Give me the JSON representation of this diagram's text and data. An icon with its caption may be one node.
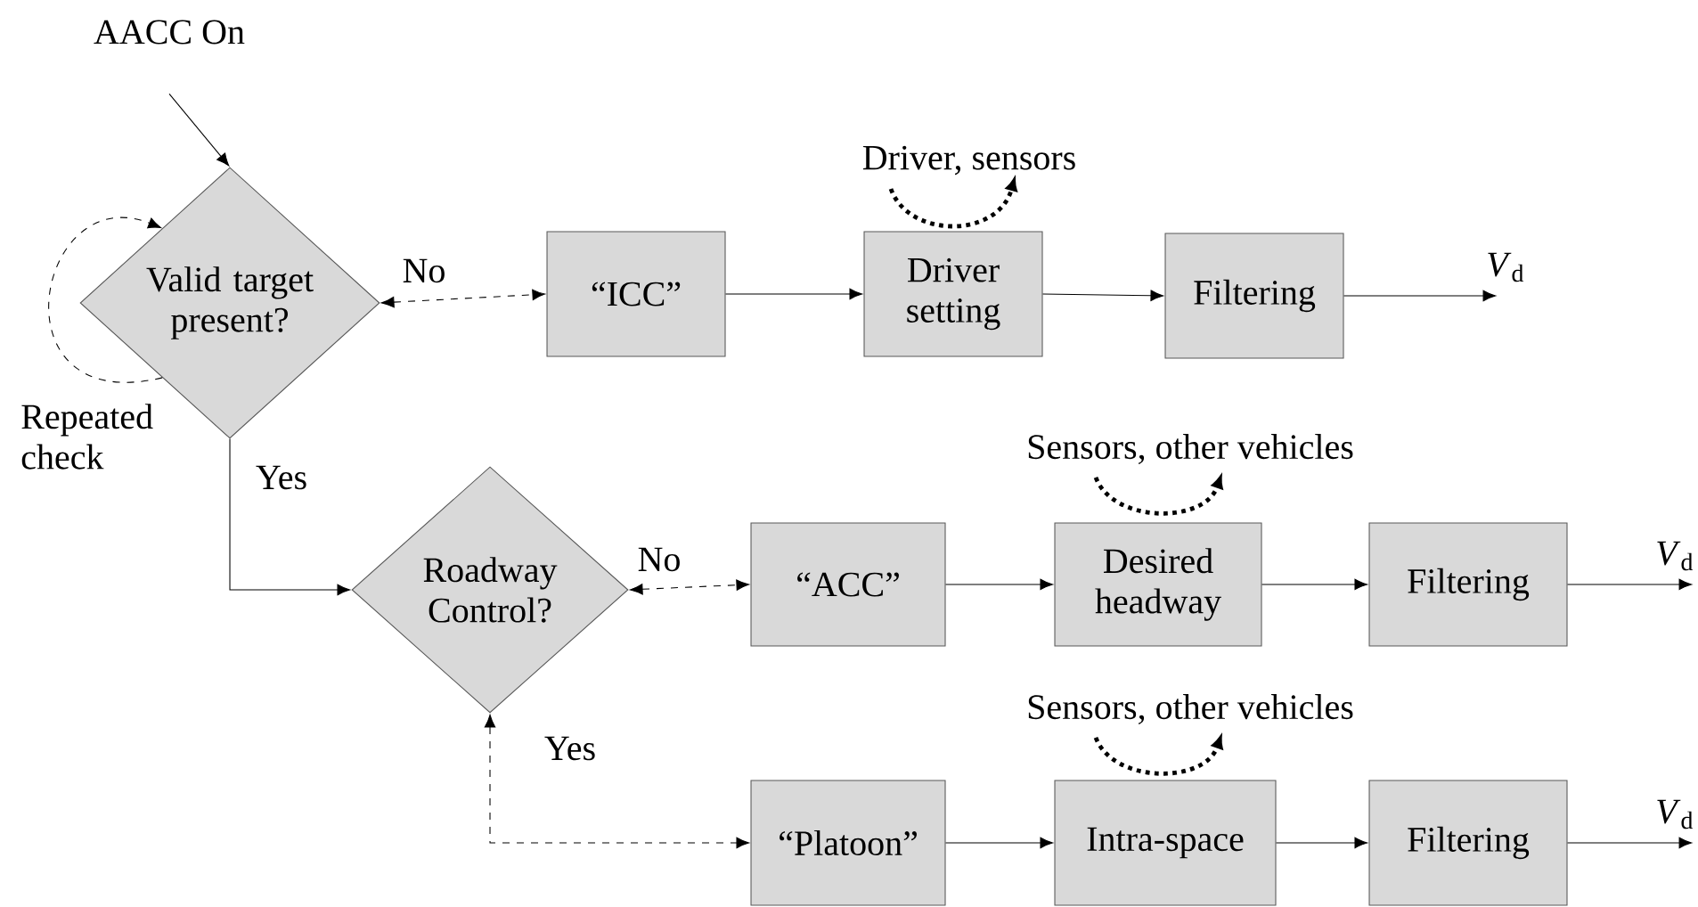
{
  "diagram": {
    "nodes": [
      {
        "text": [
          "AACC On"
        ]
      },
      {
        "text": [
          "Valid target present?"
        ]
      },
      {
        "text": [
          "“ICC”"
        ]
      },
      {
        "text": [
          "Driver setting"
        ],
        "beside": [
          "Driver, sensors"
        ]
      },
      {
        "text": [
          "Filtering"
        ]
      },
      {
        "text": [
          "Roadway Control?"
        ]
      },
      {
        "text": [
          "“ACC”"
        ]
      },
      {
        "text": [
          "Desired headway"
        ],
        "beside": [
          "Sensors, other vehicles"
        ]
      },
      {
        "text": [
          "Filtering"
        ]
      },
      {
        "text": [
          "“Platoon”"
        ]
      },
      {
        "text": [
          "Intra-space"
        ],
        "beside": [
          "Sensors, other vehicles"
        ]
      },
      {
        "text": [
          "Filtering"
        ]
      }
    ],
    "edges": [
      {
        "from": 0,
        "to": 1,
        "arrow": "to"
      },
      {
        "from": 1,
        "to": 1,
        "arrow": "to",
        "style": "dashed",
        "label": "Repeated check"
      },
      {
        "from": 1,
        "to": 2,
        "arrow": "both",
        "style": "dashed",
        "label": "No"
      },
      {
        "from": 2,
        "to": 3,
        "arrow": "to"
      },
      {
        "from": 3,
        "to": 4,
        "arrow": "to"
      },
      {
        "from": 4,
        "to": null,
        "arrow": "to",
        "label": "*V*$_{d}$"
      },
      {
        "from": 1,
        "to": 5,
        "arrow": "to",
        "label": "Yes"
      },
      {
        "from": 5,
        "to": 6,
        "arrow": "both",
        "style": "dashed",
        "label": "No"
      },
      {
        "from": 6,
        "to": 7,
        "arrow": "to"
      },
      {
        "from": 7,
        "to": 8,
        "arrow": "to"
      },
      {
        "from": 8,
        "to": null,
        "arrow": "to",
        "label": "*V*$_{d}$"
      },
      {
        "from": 5,
        "to": 9,
        "arrow": "both",
        "style": "dashed",
        "label": "Yes"
      },
      {
        "from": 9,
        "to": 10,
        "arrow": "to"
      },
      {
        "from": 10,
        "to": 11,
        "arrow": "to"
      },
      {
        "from": 11,
        "to": null,
        "arrow": "to",
        "label": "*V*$_{d}$"
      }
    ]
  }
}
